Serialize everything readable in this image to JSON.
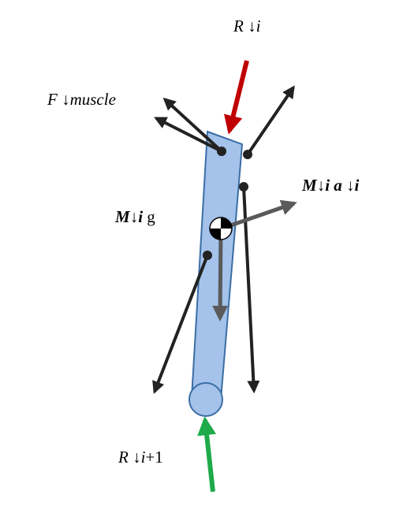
{
  "colors": {
    "segment_fill": "#a4c2ea",
    "segment_stroke": "#3b6ea5",
    "dark_arrow": "#222222",
    "gray_arrow": "#5a5a5a",
    "reaction_top": "#c00000",
    "reaction_bottom": "#1faa4a",
    "background": "#ffffff"
  },
  "labels": {
    "reaction_top": {
      "main": "R ",
      "sub": "↓i"
    },
    "muscle_force": {
      "main": "F ",
      "sub": "↓muscle"
    },
    "inertial": {
      "main": "M",
      "sub": "↓i",
      "mid": " a ",
      "sub2": "↓i"
    },
    "gravity": {
      "main": "M",
      "sub": "↓i",
      "tail": " g"
    },
    "reaction_bottom": {
      "main": "R ",
      "sub": "↓i",
      "tail": "+1"
    }
  },
  "icons": {
    "center_of_mass": "center-of-mass-icon"
  }
}
